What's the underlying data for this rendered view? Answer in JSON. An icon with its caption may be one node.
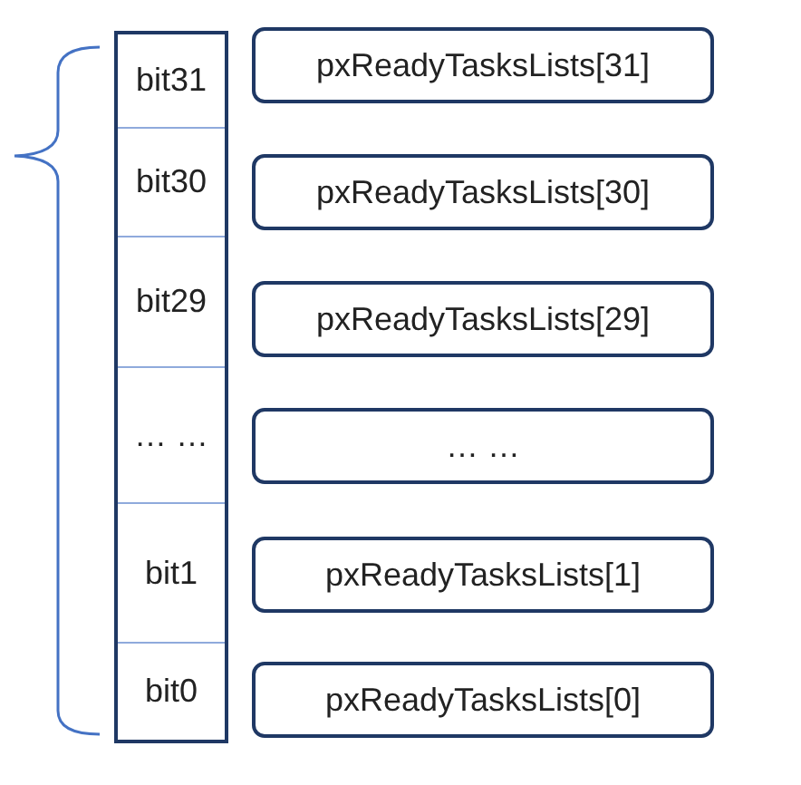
{
  "diagram": {
    "nodes": [
      {
        "text": [],
        "shape": "box"
      },
      {
        "text": [
          "bit31"
        ],
        "in": 0
      },
      {
        "text": [
          "bit30"
        ],
        "in": 0
      },
      {
        "text": [
          "bit29"
        ],
        "in": 0
      },
      {
        "text": [
          "… …"
        ],
        "in": 0
      },
      {
        "text": [
          "bit1"
        ],
        "in": 0
      },
      {
        "text": [
          "bit0"
        ],
        "in": 0
      },
      {
        "text": [
          "pxReadyTasksLists[31]"
        ]
      },
      {
        "text": [
          "pxReadyTasksLists[30]"
        ]
      },
      {
        "text": [
          "pxReadyTasksLists[29]"
        ]
      },
      {
        "text": [
          "… …"
        ]
      },
      {
        "text": [
          "pxReadyTasksLists[1]"
        ]
      },
      {
        "text": [
          "pxReadyTasksLists[0]"
        ]
      }
    ],
    "edges": []
  }
}
